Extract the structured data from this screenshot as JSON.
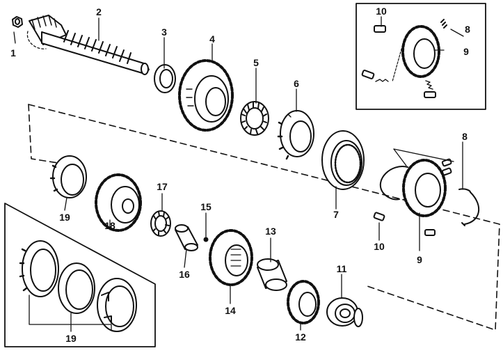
{
  "colors": {
    "ink": "#111111",
    "paper": "#ffffff"
  },
  "callouts": {
    "c1": "1",
    "c2": "2",
    "c3": "3",
    "c4": "4",
    "c5": "5",
    "c6": "6",
    "c7": "7",
    "c8_top": "8",
    "c8_mid": "8",
    "c9_top": "9",
    "c9_mid": "9",
    "c10_top": "10",
    "c10_mid": "10",
    "c11": "11",
    "c12": "12",
    "c13": "13",
    "c14": "14",
    "c15": "15",
    "c16": "16",
    "c17": "17",
    "c18": "18",
    "c19_mid": "19",
    "c19_bottom": "19"
  }
}
